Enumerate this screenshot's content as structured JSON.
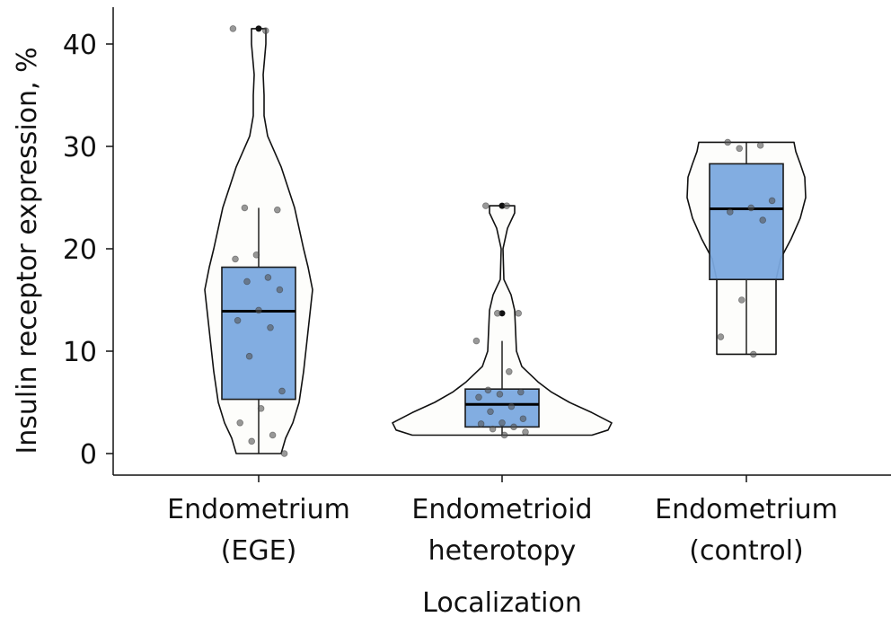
{
  "chart_data": {
    "type": "violin-box",
    "title": "",
    "xlabel": "Localization",
    "ylabel": "Insulin receptor expression, %",
    "ylim": [
      -2,
      43
    ],
    "yticks": [
      0,
      10,
      20,
      30,
      40
    ],
    "grid": false,
    "legend": "none",
    "colors": {
      "box_fill": "#7ba9df",
      "box_stroke": "#1a1a1a",
      "violin_stroke": "#111111",
      "point": "#555555"
    },
    "categories": [
      {
        "lines": [
          "Endometrium",
          "(EGE)"
        ]
      },
      {
        "lines": [
          "Endometrioid",
          "heterotopy"
        ]
      },
      {
        "lines": [
          "Endometrium",
          "(control)"
        ]
      }
    ],
    "boxes": [
      {
        "q1": 5.3,
        "median": 13.9,
        "q3": 18.2,
        "whisker_low": 0.0,
        "whisker_high": 24.0,
        "outliers": [
          41.5
        ]
      },
      {
        "q1": 2.6,
        "median": 4.8,
        "q3": 6.3,
        "whisker_low": 1.8,
        "whisker_high": 11.0,
        "outliers": [
          13.7,
          24.2
        ]
      },
      {
        "q1": 17.0,
        "median": 23.9,
        "q3": 28.3,
        "whisker_low": 9.7,
        "whisker_high": 30.4,
        "outliers": []
      }
    ],
    "violins": [
      {
        "profile": [
          [
            0.0,
            0.25
          ],
          [
            1.5,
            0.3
          ],
          [
            3,
            0.38
          ],
          [
            5,
            0.45
          ],
          [
            8,
            0.5
          ],
          [
            12,
            0.55
          ],
          [
            16,
            0.6
          ],
          [
            18.2,
            0.55
          ],
          [
            20,
            0.5
          ],
          [
            24,
            0.4
          ],
          [
            28,
            0.25
          ],
          [
            31,
            0.1
          ],
          [
            33,
            0.06
          ],
          [
            35,
            0.06
          ],
          [
            37,
            0.05
          ],
          [
            40,
            0.08
          ],
          [
            41.5,
            0.08
          ]
        ]
      },
      {
        "profile": [
          [
            1.8,
            1.0
          ],
          [
            2.3,
            1.18
          ],
          [
            3,
            1.22
          ],
          [
            4,
            1.0
          ],
          [
            5,
            0.75
          ],
          [
            6,
            0.55
          ],
          [
            7,
            0.4
          ],
          [
            8.5,
            0.22
          ],
          [
            10,
            0.16
          ],
          [
            12,
            0.15
          ],
          [
            14,
            0.14
          ],
          [
            15.5,
            0.1
          ],
          [
            17,
            0.02
          ],
          [
            20,
            0.01
          ],
          [
            22,
            0.06
          ],
          [
            23.5,
            0.14
          ],
          [
            24.2,
            0.14
          ]
        ]
      },
      {
        "profile": [
          [
            9.7,
            0.33
          ],
          [
            11,
            0.33
          ],
          [
            13,
            0.33
          ],
          [
            15,
            0.33
          ],
          [
            17,
            0.33
          ],
          [
            19,
            0.38
          ],
          [
            21,
            0.5
          ],
          [
            23,
            0.6
          ],
          [
            25,
            0.66
          ],
          [
            27,
            0.65
          ],
          [
            28.3,
            0.6
          ],
          [
            29.5,
            0.55
          ],
          [
            30.4,
            0.53
          ]
        ]
      }
    ],
    "points": [
      [
        41.5,
        41.3,
        24,
        23.8,
        19.4,
        19,
        17.2,
        16.8,
        16,
        14,
        13,
        12.3,
        9.5,
        6.1,
        4.4,
        3,
        1.8,
        1.2,
        0
      ],
      [
        24.2,
        24.2,
        13.7,
        13.7,
        11,
        8,
        6.2,
        6.0,
        5.8,
        5.5,
        4.6,
        4.1,
        3.4,
        3,
        2.9,
        2.6,
        2.4,
        2.1,
        1.8
      ],
      [
        30.4,
        30.1,
        29.8,
        24.7,
        24.0,
        23.6,
        22.8,
        15,
        11.4,
        9.7
      ]
    ]
  }
}
